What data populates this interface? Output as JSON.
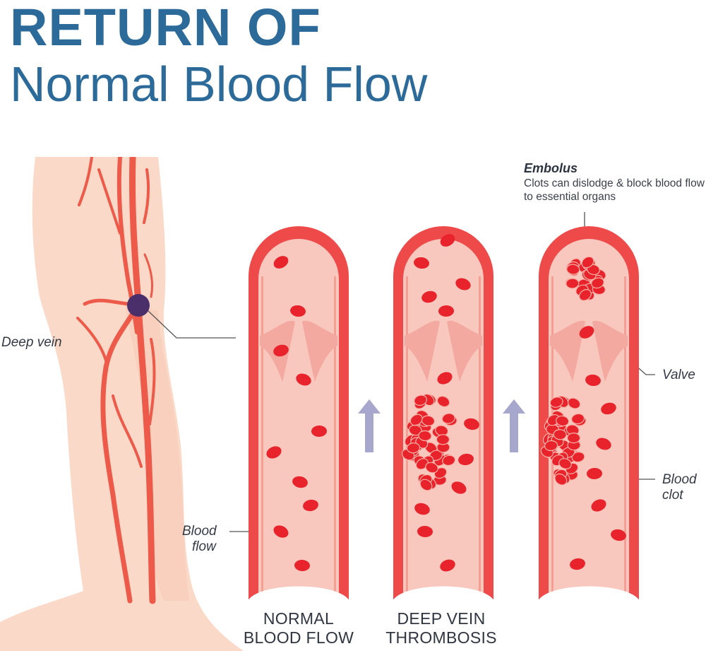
{
  "title": {
    "line1": "RETURN OF",
    "line2": "Normal Blood Flow"
  },
  "labels": {
    "deep_vein": "Deep vein",
    "blood_flow_line1": "Blood",
    "blood_flow_line2": "flow",
    "valve": "Valve",
    "blood_clot_line1": "Blood",
    "blood_clot_line2": "clot"
  },
  "embolus": {
    "title": "Embolus",
    "description": "Clots can dislodge & block blood flow to essential organs"
  },
  "panels": [
    {
      "caption_line1": "NORMAL",
      "caption_line2": "BLOOD FLOW"
    },
    {
      "caption_line1": "DEEP VEIN",
      "caption_line2": "THROMBOSIS"
    },
    {
      "caption_line1": "",
      "caption_line2": ""
    }
  ],
  "colors": {
    "title": "#2b6a99",
    "vessel_wall": "#ef4a4a",
    "vessel_inner": "#f8c7be",
    "blood_cell": "#e8232b",
    "valve": "#f3a99f",
    "skin": "#fbd9c8",
    "vein": "#ee5a4a",
    "arrow": "#a7a6cc",
    "marker": "#4a2f6b"
  },
  "icons": {
    "flow_arrow": "up-arrow-icon"
  }
}
